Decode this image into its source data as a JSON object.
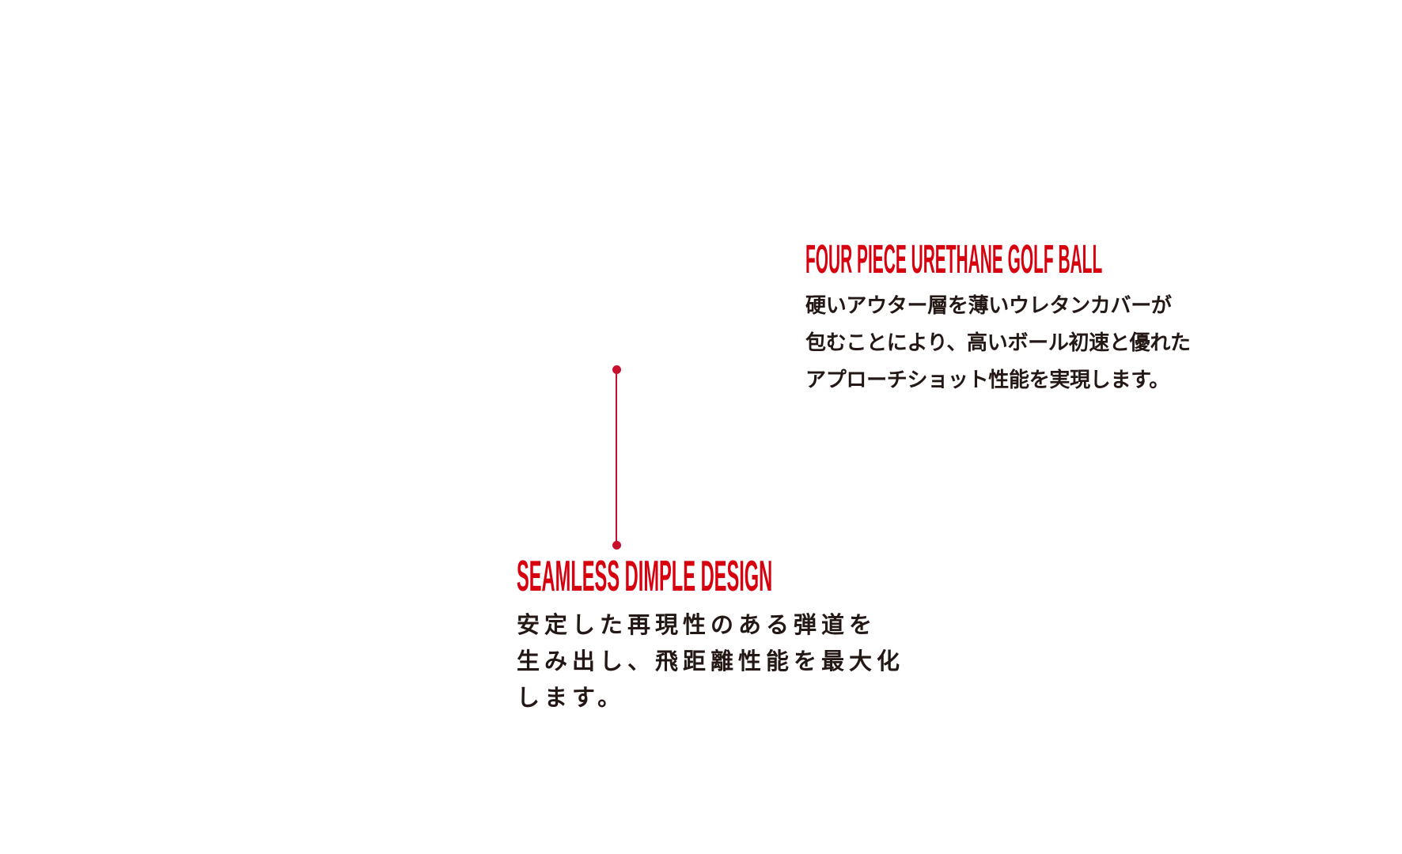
{
  "colors": {
    "heading": "#d7000f",
    "connector": "#c8102e",
    "text": "#231815"
  },
  "features": [
    {
      "title": "FOUR PIECE URETHANE GOLF BALL",
      "lines": [
        "硬いアウター層を薄いウレタンカバーが",
        "包むことにより、高いボール初速と優れた",
        "アプローチショット性能を実現します。"
      ]
    },
    {
      "title": "SEAMLESS DIMPLE DESIGN",
      "lines": [
        "安定した再現性のある弾道を",
        "生み出し、飛距離性能を最大化",
        "します。"
      ]
    }
  ]
}
